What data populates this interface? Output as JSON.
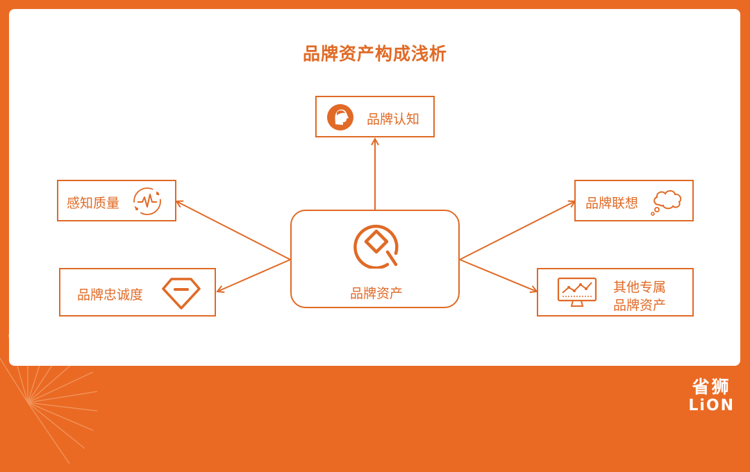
{
  "title": "品牌资产构成浅析",
  "nodes": {
    "center": "品牌资产",
    "top": "品牌认知",
    "left_top": "感知质量",
    "left_bottom": "品牌忠诚度",
    "right_top": "品牌联想",
    "right_bottom_line1": "其他专属",
    "right_bottom_line2": "品牌资产"
  },
  "logo": {
    "chinese": "省狮",
    "english": "LiON"
  },
  "colors": {
    "accent": "#e06a26",
    "background": "#ea6a24",
    "card": "#ffffff"
  }
}
